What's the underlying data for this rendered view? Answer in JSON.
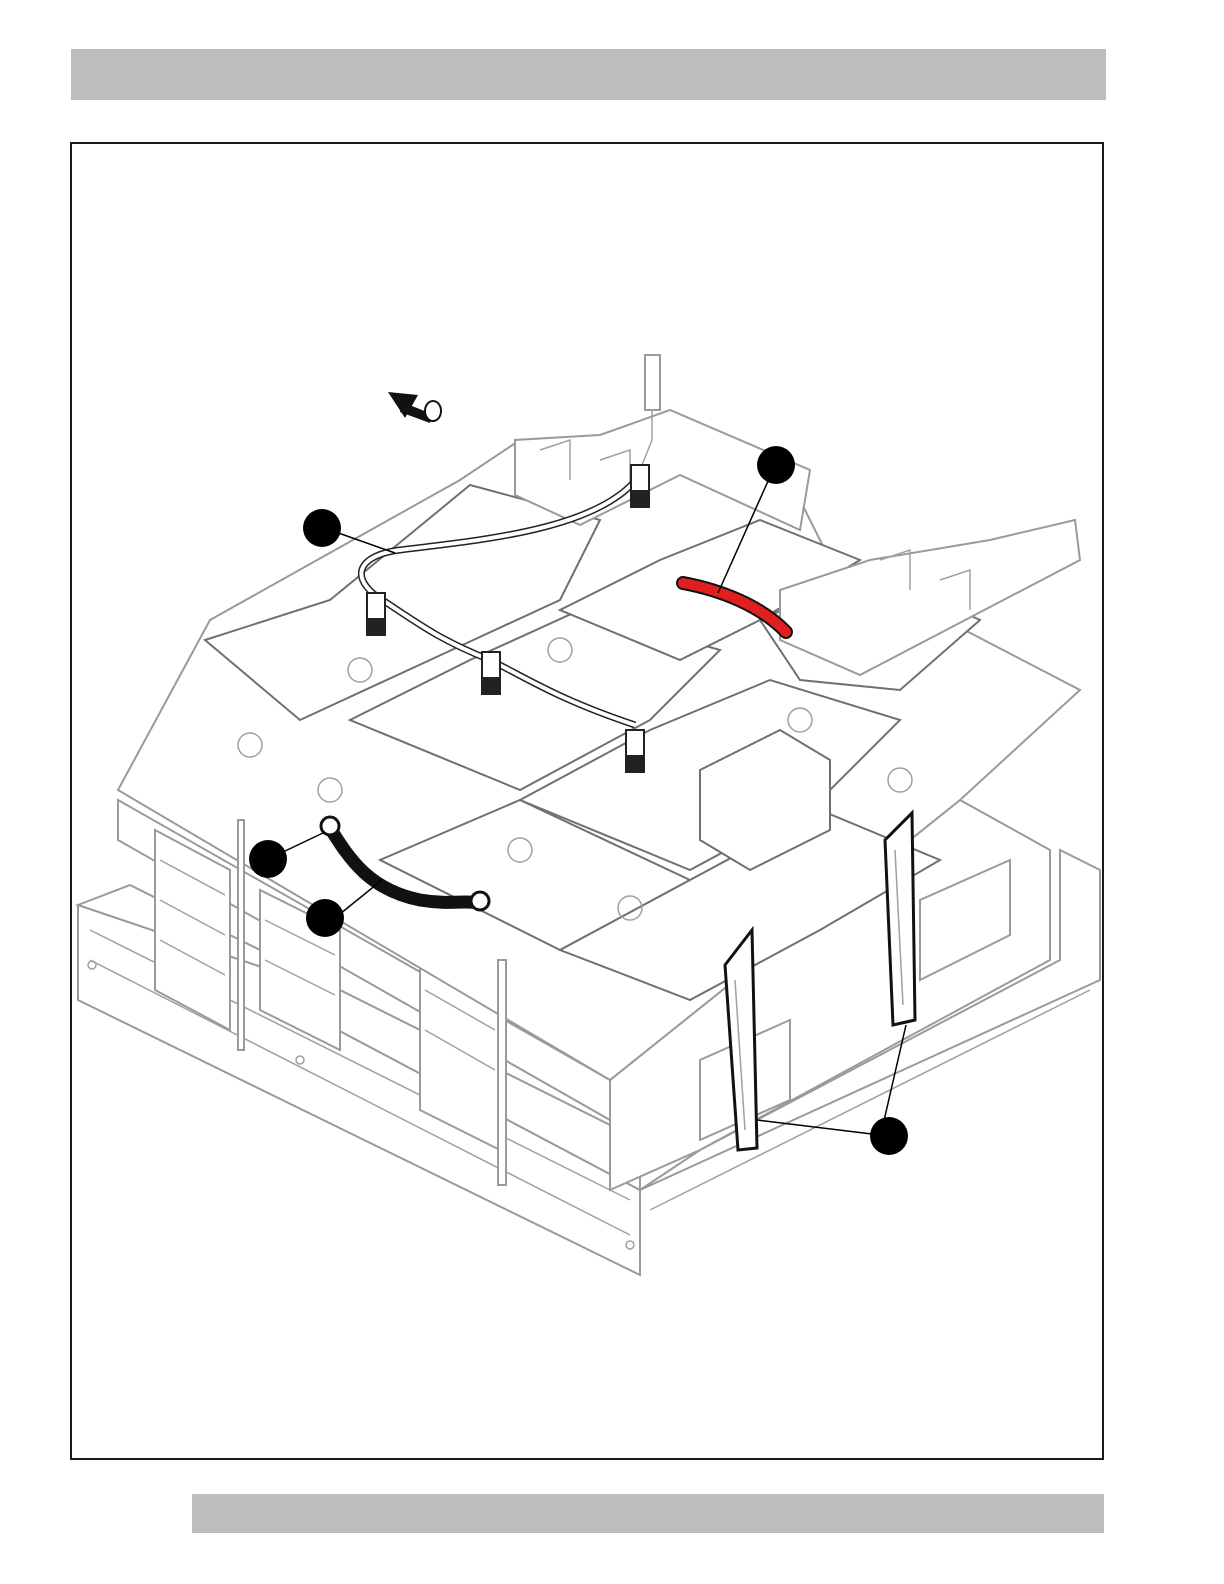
{
  "page": {
    "header_bar_color": "#bdbdbd",
    "footer_bar_color": "#bdbdbd",
    "frame_color": "#1a1a1a"
  },
  "figure": {
    "callouts": [
      {
        "id": "callout-top-left",
        "label": ""
      },
      {
        "id": "callout-top-right",
        "label": ""
      },
      {
        "id": "callout-mid-left-upper",
        "label": ""
      },
      {
        "id": "callout-mid-left-lower",
        "label": ""
      },
      {
        "id": "callout-bottom-right",
        "label": ""
      }
    ],
    "highlight_color": "#e02020",
    "ground_cable_color": "#111111",
    "direction_arrow_icon": "front-direction-arrow-icon"
  }
}
